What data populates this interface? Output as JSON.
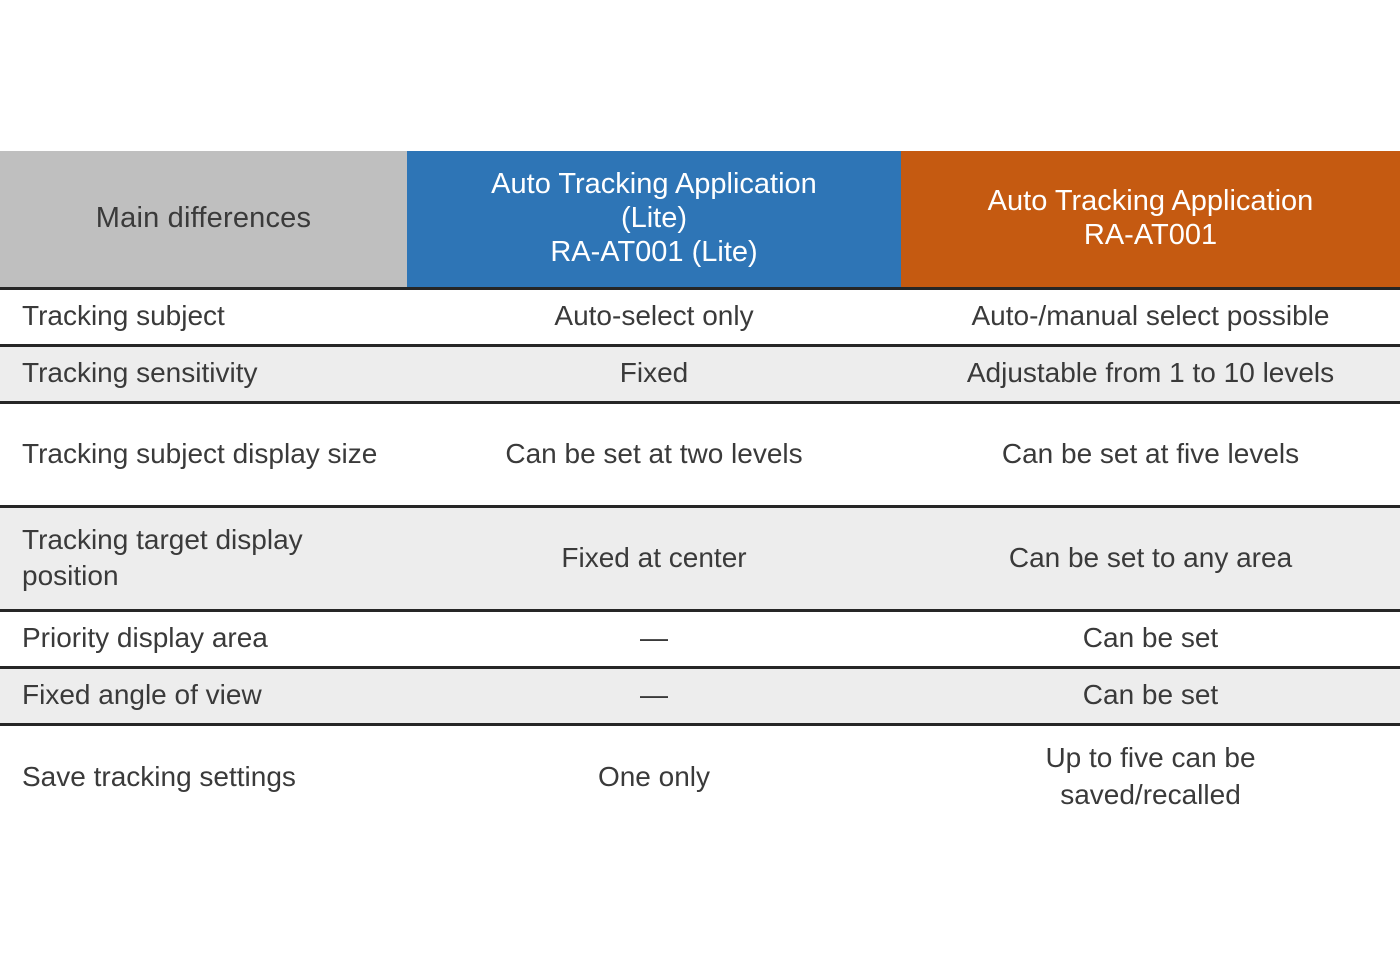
{
  "table": {
    "columns": [
      {
        "key": "feature",
        "label": "Main differences",
        "style": "gray"
      },
      {
        "key": "lite",
        "label_lines": [
          "Auto Tracking Application",
          "(Lite)",
          "RA-AT001 (Lite)"
        ],
        "style": "blue"
      },
      {
        "key": "full",
        "label_lines": [
          "Auto Tracking Application",
          "RA-AT001"
        ],
        "style": "orange"
      }
    ],
    "header": {
      "feature": "Main differences",
      "lite_line1": "Auto Tracking Application",
      "lite_line2": "(Lite)",
      "lite_line3": "RA-AT001 (Lite)",
      "full_line1": "Auto Tracking Application",
      "full_line2": "RA-AT001"
    },
    "rows": [
      {
        "feature": "Tracking subject",
        "lite": "Auto-select only",
        "full": "Auto-/manual select possible",
        "shaded": false,
        "height": "short"
      },
      {
        "feature": "Tracking sensitivity",
        "lite": "Fixed",
        "full": "Adjustable from 1 to 10 levels",
        "shaded": true,
        "height": "short"
      },
      {
        "feature": "Tracking subject display size",
        "lite": "Can be set at two levels",
        "full": "Can be set at five levels",
        "shaded": false,
        "height": "tall"
      },
      {
        "feature": "Tracking target display position",
        "lite": "Fixed at center",
        "full": "Can be set to any area",
        "shaded": true,
        "height": "tall"
      },
      {
        "feature": "Priority display area",
        "lite": "—",
        "full": "Can be set",
        "shaded": false,
        "height": "short"
      },
      {
        "feature": "Fixed angle of view",
        "lite": "—",
        "full": "Can be set",
        "shaded": true,
        "height": "short"
      },
      {
        "feature": "Save tracking settings",
        "lite": "One only",
        "full_line1": "Up to five can be",
        "full_line2": "saved/recalled",
        "shaded": false,
        "height": "final"
      }
    ]
  },
  "colors": {
    "header_feature_bg": "#BFBFBF",
    "header_lite_bg": "#2E75B6",
    "header_full_bg": "#C55A11",
    "row_shaded_bg": "#EDEDED",
    "row_plain_bg": "#FFFFFF",
    "rule": "#262626",
    "body_text": "#3A3A3A",
    "header_text_light": "#FFFFFF"
  }
}
